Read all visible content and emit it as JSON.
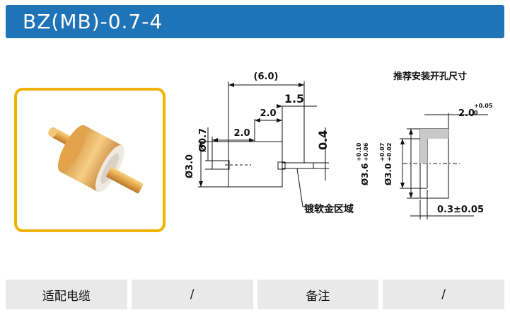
{
  "header": {
    "title": "BZ(MB)-0.7-4",
    "background": "#1f73b7",
    "frame_color": "#f0b400"
  },
  "drawing_left": {
    "overall_length": "(6.0)",
    "pin_length": "1.5",
    "body_length": "2.0",
    "rear_pin_length": "2.0",
    "pin_diameter": "Ø0.7",
    "body_diameter": "Ø3.0",
    "tail_thickness": "0.4",
    "plating_note": "镀软金区域"
  },
  "drawing_right": {
    "title": "推荐安装开孔尺寸",
    "depth": "2.0",
    "depth_tol_upper": "+0.05",
    "depth_tol_lower": "0",
    "outer_diameter": "Ø3.6",
    "outer_tol_upper": "+0.10",
    "outer_tol_lower": "+0.06",
    "inner_diameter": "Ø3.0",
    "inner_tol_upper": "+0.07",
    "inner_tol_lower": "+0.02",
    "step": "0.3±0.05"
  },
  "table": {
    "cells": [
      "适配电缆",
      "/",
      "备注",
      "/"
    ]
  }
}
